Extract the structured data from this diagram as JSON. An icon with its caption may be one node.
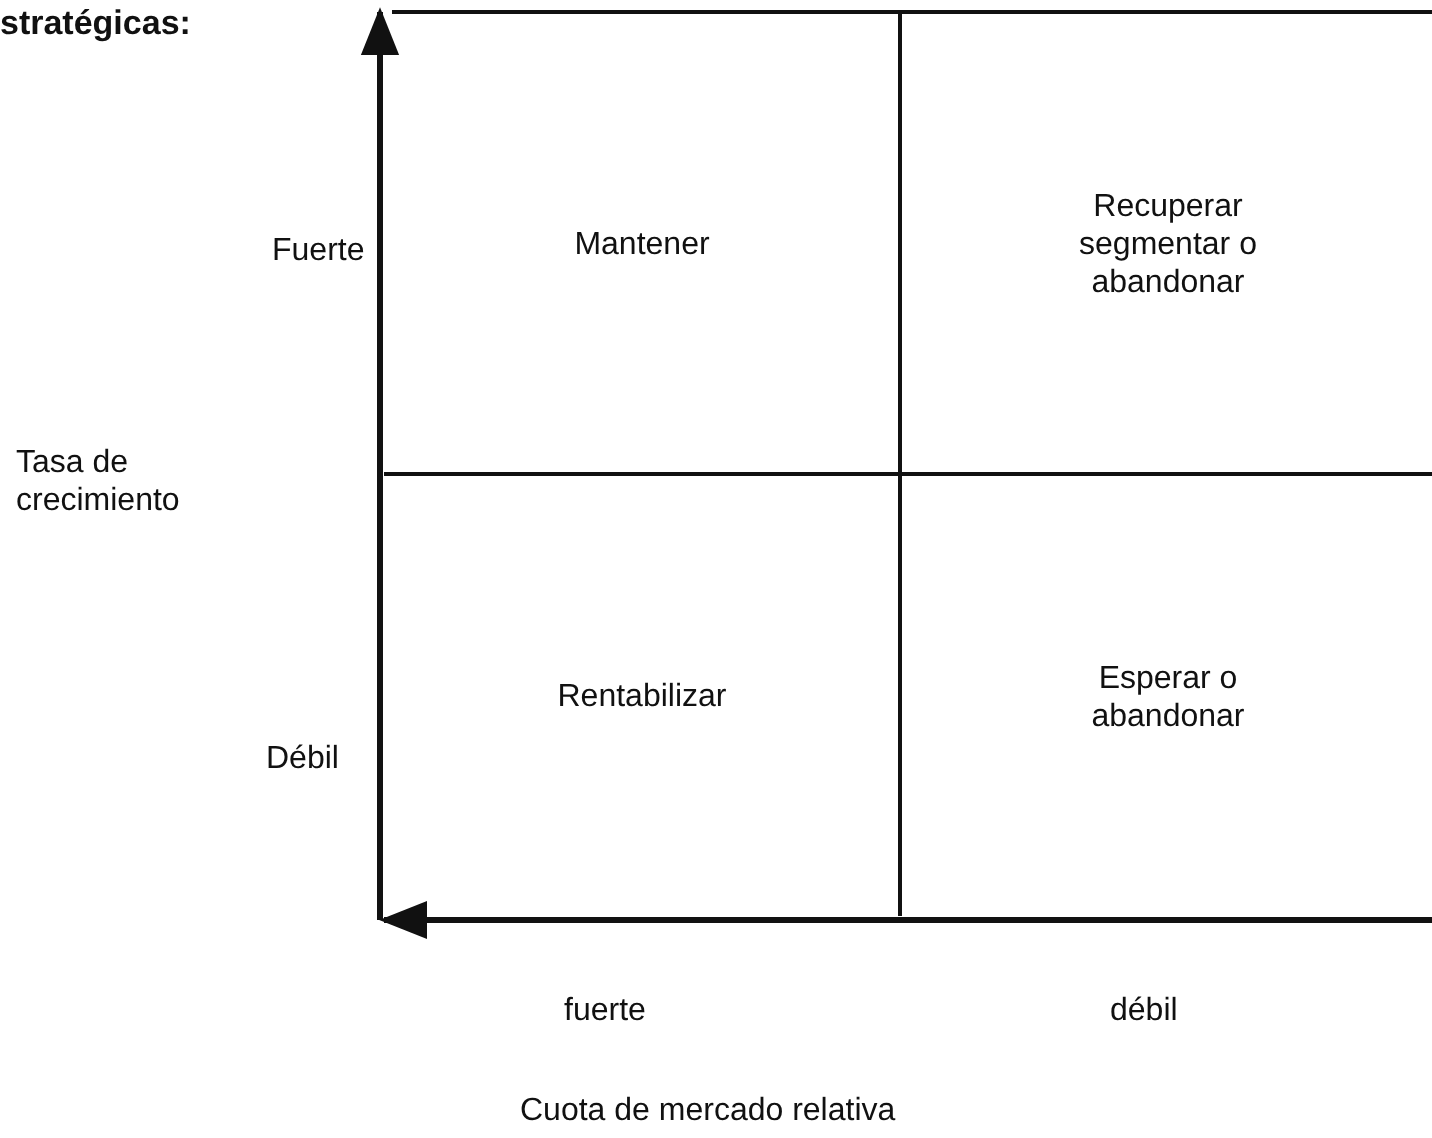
{
  "diagram": {
    "title": "stratégicas:",
    "nodes": [
      {
        "text": [
          "Mantener"
        ]
      },
      {
        "text": [
          "Recuperar segmentar o abandonar"
        ]
      },
      {
        "text": [
          "Rentabilizar"
        ]
      },
      {
        "text": [
          "Esperar o abandonar"
        ]
      }
    ],
    "labels": [
      "Fuerte",
      "Tasa de crecimiento",
      "Débil",
      "fuerte",
      "débil",
      "Cuota de mercado relativa"
    ]
  }
}
